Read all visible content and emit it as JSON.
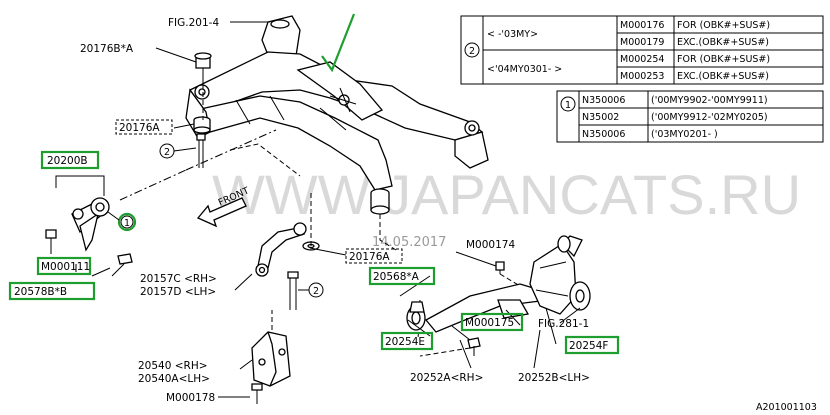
{
  "fig_ref_top": "FIG.201-4",
  "fig_ref_knuckle": "FIG.281-1",
  "front_label": "FRONT",
  "watermark": "WWW.JAPANCATS.RU",
  "watermark_date": "14.05.2017",
  "drawing_id": "A201001103",
  "callout_1": "1",
  "callout_2": "2",
  "parts": {
    "p20176B_A": "20176B*A",
    "p20176A_1": "20176A",
    "p20176A_2": "20176A",
    "p20200B": "20200B",
    "pM000111": "M000111",
    "p20578B_B": "20578B*B",
    "p20157C_RH": "20157C <RH>",
    "p20157D_LH": "20157D <LH>",
    "p20540_RH": "20540 <RH>",
    "p20540A_LH": "20540A<LH>",
    "pM000178": "M000178",
    "p20568_A": "20568*A",
    "p20254E": "20254E",
    "pM000175": "M000175",
    "pM000174": "M000174",
    "p20254F": "20254F",
    "p20252A_RH": "20252A<RH>",
    "p20252B_LH": "20252B<LH>"
  },
  "table2": {
    "marker": "2",
    "rows": [
      {
        "range": "<       -'03MY>",
        "part": "M000176",
        "note": "FOR (OBK#+SUS#)"
      },
      {
        "range": "",
        "part": "M000179",
        "note": "EXC.(OBK#+SUS#)"
      },
      {
        "range": "<'04MY0301-      >",
        "part": "M000254",
        "note": "FOR (OBK#+SUS#)"
      },
      {
        "range": "",
        "part": "M000253",
        "note": "EXC.(OBK#+SUS#)"
      }
    ]
  },
  "table1": {
    "marker": "1",
    "rows": [
      {
        "part": "N350006",
        "range": "('00MY9902-'00MY9911)"
      },
      {
        "part": "N35002",
        "range": "('00MY9912-'02MY0205)"
      },
      {
        "part": "N350006",
        "range": "('03MY0201-        )"
      }
    ]
  },
  "colors": {
    "highlight": "#1e9e2e",
    "line": "#000000",
    "watermark": "#b9b9b9"
  }
}
